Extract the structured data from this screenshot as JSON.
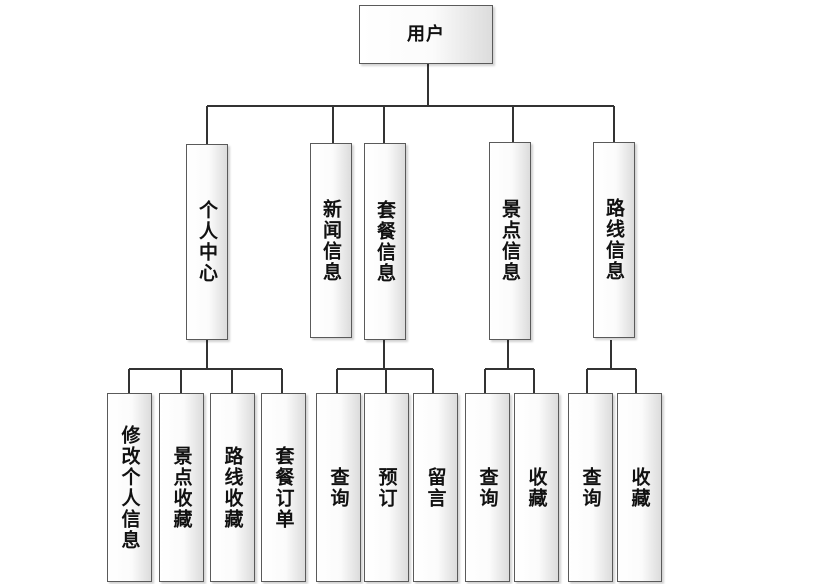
{
  "diagram": {
    "root": {
      "label": "用户"
    },
    "l1": [
      {
        "label": "个人中心"
      },
      {
        "label": "新闻信息"
      },
      {
        "label": "套餐信息"
      },
      {
        "label": "景点信息"
      },
      {
        "label": "路线信息"
      }
    ],
    "l2_personal": [
      {
        "label": "修改个人信息"
      },
      {
        "label": "景点收藏"
      },
      {
        "label": "路线收藏"
      },
      {
        "label": "套餐订单"
      }
    ],
    "l2_package": [
      {
        "label": "查询"
      },
      {
        "label": "预订"
      },
      {
        "label": "留言"
      }
    ],
    "l2_scenic": [
      {
        "label": "查询"
      },
      {
        "label": "收藏"
      }
    ],
    "l2_route": [
      {
        "label": "查询"
      },
      {
        "label": "收藏"
      }
    ]
  }
}
